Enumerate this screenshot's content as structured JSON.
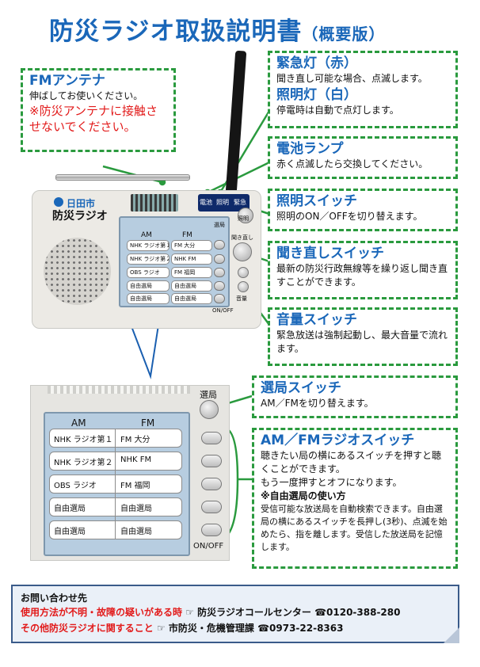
{
  "title": {
    "main": "防災ラジオ取扱説明書",
    "sub": "（概要版）"
  },
  "fm_antenna": {
    "heading": "FMアンテナ",
    "text": "伸ばしてお使いください。",
    "warning": "※防災アンテナに接触させないでください。"
  },
  "emergency_light": {
    "heading": "緊急灯（赤）",
    "text": "聞き直し可能な場合、点滅します。"
  },
  "lighting_light": {
    "heading": "照明灯（白）",
    "text": "停電時は自動で点灯します。"
  },
  "battery_lamp": {
    "heading": "電池ランプ",
    "text": "赤く点滅したら交換してください。"
  },
  "light_switch": {
    "heading": "照明スイッチ",
    "text": "照明のON／OFFを切り替えます。"
  },
  "replay_switch": {
    "heading": "聞き直しスイッチ",
    "text": "最新の防災行政無線等を繰り返し聞き直すことができます。"
  },
  "volume_switch": {
    "heading": "音量スイッチ",
    "text": "緊急放送は強制起動し、最大音量で流れます。"
  },
  "band_switch": {
    "heading": "選局スイッチ",
    "text": "AM／FMを切り替えます。"
  },
  "radio_switch": {
    "heading": "AM／FMラジオスイッチ",
    "text1": "聴きたい局の横にあるスイッチを押すと聴くことができます。",
    "text2": "もう一度押すとオフになります。",
    "note_title": "※自由選局の使い方",
    "note_text": "受信可能な放送局を自動検索できます。自由選局の横にあるスイッチを長押し(3秒)、点滅を始めたら、指を離します。受信した放送局を記憶します。"
  },
  "device": {
    "brand_city": "日田市",
    "brand_name": "防災ラジオ",
    "top_labels": [
      "選局",
      "聞き直し",
      "音量"
    ],
    "led_labels": [
      "電池",
      "照明",
      "緊急"
    ],
    "light_label": "照明",
    "onoff_label": "ON/OFF",
    "band_label": "選局",
    "am_header": "AM",
    "fm_header": "FM",
    "am_stations": [
      "NHK ラジオ第１",
      "NHK ラジオ第２",
      "OBS ラジオ",
      "自由選局",
      "自由選局"
    ],
    "fm_stations": [
      "FM 大分",
      "NHK FM",
      "FM 福岡",
      "自由選局",
      "自由選局"
    ]
  },
  "footer": {
    "heading": "お問い合わせ先",
    "line1_label": "使用方法が不明・故障の疑いがある時",
    "line1_contact": "☞ 防災ラジオコールセンター ☎0120-388-280",
    "line2_label": "その他防災ラジオに関すること",
    "line2_contact": "☞ 市防災・危機管理課 ☎0973-22-8363"
  },
  "colors": {
    "heading_blue": "#1a67b9",
    "box_green": "#2a9a3e",
    "warning_red": "#e21a1a"
  }
}
